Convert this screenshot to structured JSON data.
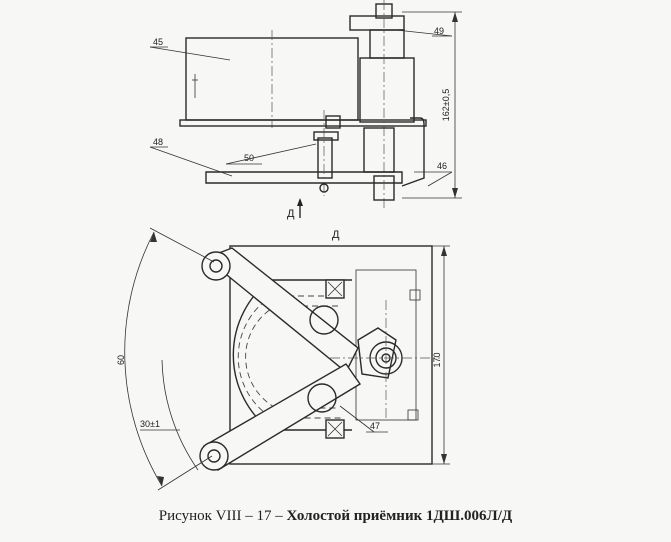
{
  "top_view": {
    "labels": {
      "p45": "45",
      "p49": "49",
      "p48": "48",
      "p50": "50",
      "p46": "46"
    },
    "dimension": "162±0,5",
    "view_marker": "Д"
  },
  "bottom_view": {
    "view_title": "Д",
    "labels": {
      "p47": "47"
    },
    "dim_height": "170",
    "dim_angle": "60",
    "dim_offset": "30±1"
  },
  "caption": {
    "prefix": "Рисунок  VIII – 17 – ",
    "title": "Холостой приёмник 1ДШ.006Л/Д"
  }
}
